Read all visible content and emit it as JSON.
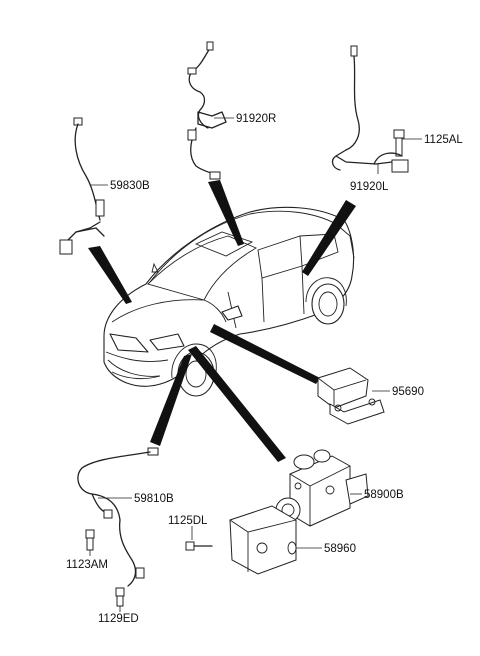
{
  "parts": [
    {
      "id": "91920R",
      "label": "91920R"
    },
    {
      "id": "1125AL",
      "label": "1125AL"
    },
    {
      "id": "91920L",
      "label": "91920L"
    },
    {
      "id": "59830B",
      "label": "59830B"
    },
    {
      "id": "95690",
      "label": "95690"
    },
    {
      "id": "58900B",
      "label": "58900B"
    },
    {
      "id": "59810B",
      "label": "59810B"
    },
    {
      "id": "1125DL",
      "label": "1125DL"
    },
    {
      "id": "58960",
      "label": "58960"
    },
    {
      "id": "1123AM",
      "label": "1123AM"
    },
    {
      "id": "1129ED",
      "label": "1129ED"
    }
  ]
}
